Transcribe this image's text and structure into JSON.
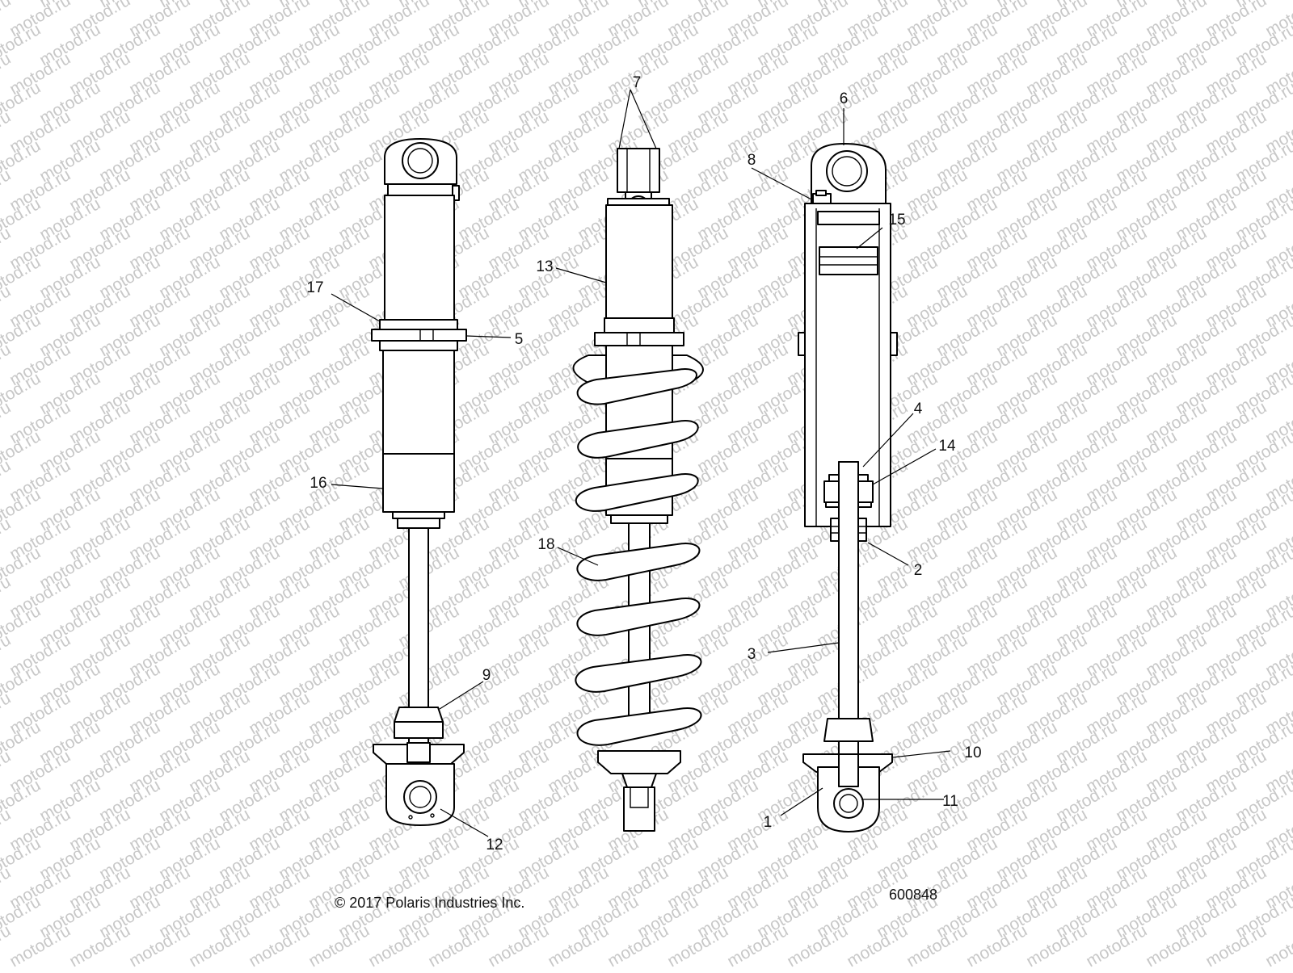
{
  "diagram": {
    "callouts": [
      "1",
      "2",
      "3",
      "4",
      "5",
      "6",
      "7",
      "8",
      "9",
      "10",
      "11",
      "12",
      "13",
      "14",
      "15",
      "16",
      "17",
      "18"
    ],
    "copyright": "© 2017 Polaris Industries Inc.",
    "drawing_number": "600848",
    "watermark": "motod.ru"
  }
}
